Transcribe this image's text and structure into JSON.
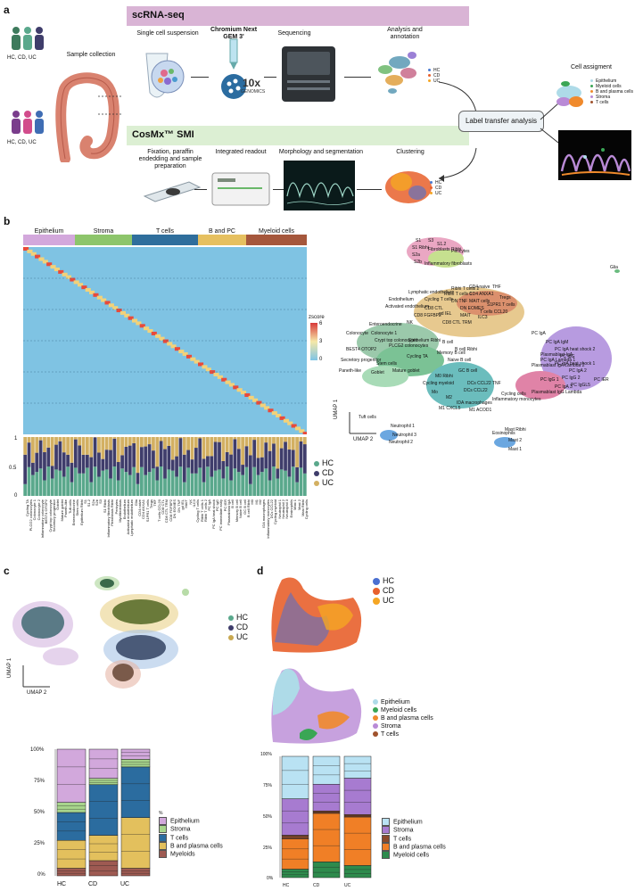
{
  "panels": {
    "a": "a",
    "b": "b",
    "c": "c",
    "d": "d"
  },
  "panel_a": {
    "scrna_title": "scRNA-seq",
    "cosmx_title": "CosMx™ SMI",
    "sample_collection": "Sample collection",
    "group_label_top": "HC, CD, UC",
    "group_label_bottom": "HC, CD, UC",
    "sc_steps": [
      "Single cell suspension",
      "Chromium Next GEM 3'",
      "Sequencing",
      "Analysis and annotation"
    ],
    "cos_steps": [
      "Fixation, paraffin endedding and sample preparation",
      "Integrated readout",
      "Morphology and segmentation",
      "Clustering"
    ],
    "chip_text": "10x",
    "chip_sub": "GENOMICS",
    "label_transfer": "Label transfer analysis",
    "cell_assignment": "Cell assigment",
    "cond_legend": [
      "HC",
      "CD",
      "UC"
    ],
    "assign_legend": [
      "Epithelium",
      "Myeloid cells",
      "B and plasma cells",
      "Stroma",
      "T cells"
    ],
    "colors": {
      "epi": "#aedbe8",
      "mye": "#3aa655",
      "bpc": "#f08a2c",
      "str": "#b98ad6",
      "tc": "#a0522d",
      "hc": "#4a7bd1",
      "cd": "#e8602c",
      "uc": "#f5a623"
    }
  },
  "panel_b": {
    "groups": [
      {
        "name": "Epithelium",
        "color": "#d3a8dc"
      },
      {
        "name": "Stroma",
        "color": "#8dc56b"
      },
      {
        "name": "T cells",
        "color": "#2f6e9c"
      },
      {
        "name": "B and PC",
        "color": "#e6c060"
      },
      {
        "name": "Myeloid cells",
        "color": "#a5573c"
      }
    ],
    "zscore_title": "zscore",
    "zscore_ticks": [
      "6",
      "3",
      "0"
    ],
    "stack_axis": [
      "1",
      "0.5",
      "0"
    ],
    "stack_legend": [
      {
        "name": "HC",
        "color": "#5aa88c"
      },
      {
        "name": "CD",
        "color": "#3f3d6b"
      },
      {
        "name": "UC",
        "color": "#d3b062"
      }
    ],
    "umap_x": "UMAP 2",
    "umap_y": "UMAP 1",
    "umap_labels": [
      "S1",
      "S3",
      "S1.2",
      "S1 Ribhi",
      "Fibroblasts Ribhi",
      "S2a",
      "Pericytes",
      "S2b",
      "Inflammatory fibroblasts",
      "Glia",
      "Ribhi T cells 2",
      "CD4 naive",
      "THF",
      "Lymphatic endothelium",
      "Ribhi T cells 1",
      "CD4 ANXA1",
      "Endothelium",
      "Cycling T cells",
      "Tregs",
      "Activated endothelium",
      "DN TNF",
      "MAIT cells",
      "S1PR1 T cells",
      "CD8 CTL",
      "DN EOMES",
      "gd IEL",
      "CD8 FGFBP2",
      "T cells CCL20",
      "MAIT",
      "ILC3",
      "NK",
      "CD8 CTL TRM",
      "Enteroendocrine",
      "Colonocyte",
      "Colonocyte 1",
      "Epithelium Ribhi",
      "BEST4 OTOP2",
      "Crypt top colonocytes",
      "PLCG2 colonocytes",
      "Cycling TA",
      "Secretory progenitor",
      "Stem cells",
      "Paneth-like",
      "Goblet",
      "Mature goblet",
      "B cell",
      "B cell Ribhi",
      "PC IgA",
      "Memory B cell",
      "Naive B cell",
      "PC IgA IgM",
      "PC IgA heat shock 2",
      "Plasmablast IgA",
      "PC IgG",
      "PC IgA heat shock 1",
      "GC B cell",
      "Plasmablast IgA Lambda 2",
      "PC IgA Lambda 1",
      "PC IgA 2",
      "M0 Ribhi",
      "Cycling myeloid",
      "DCs CCL22",
      "Cycling cells",
      "PC IgG 2",
      "PC IER",
      "Mo",
      "DCs CCL22 TNF",
      "PC IgA 3",
      "PC IgG 1",
      "M2",
      "IDA macrophages",
      "Inflammatory monocytes",
      "Plasmablast IgG Lambda",
      "PC IgGL5",
      "M1 CXCL5",
      "M1 ACOD1",
      "Tuft cells",
      "Neutrophil 1",
      "Neutrophil 3",
      "Eosinophils",
      "Mast Ribhi",
      "Mast 2",
      "Neutrophil 2",
      "Mast 1"
    ],
    "x_labels": [
      "Cycling TA",
      "PLCG2 colonocytes",
      "Colonocyte 1",
      "Colonocyte 2",
      "Inflammatory colonocyte",
      "BEST4 OTOP2",
      "Crypt top colonocyte",
      "Secretory progenitor",
      "Goblet",
      "Mature goblet",
      "Paneth-like",
      "Tuft cells",
      "Enteroendocrine",
      "Stem cells",
      "Epithelium Ribhi",
      "S1",
      "S1.2",
      "S2a",
      "S2b",
      "S3",
      "S1 Ribhi",
      "Inflammatory fibroblasts",
      "Fibroblasts Ribhi",
      "Pericytes",
      "Myofibroblasts",
      "Endothelium",
      "Activated endothelium",
      "Lymphatic endothelium",
      "Glia",
      "CD4 naive",
      "CD4 ANXA1",
      "S1PR1 T cells",
      "Tregs",
      "THF",
      "T cells CCL20",
      "CD8 CTL",
      "CD8 CTL TRM",
      "CD8 FGFBP2",
      "DN EOMES",
      "DN TNF",
      "gd IEL",
      "MAIT",
      "NK",
      "ILC3",
      "Cycling T cells",
      "Ribhi T cells 1",
      "Ribhi T cells 2",
      "PC IgA",
      "PC IgA heat shock",
      "PC IgG",
      "PC immediate early",
      "PC IER",
      "Plasmablast IgA",
      "B cell",
      "Memory B cell",
      "Naive B cell",
      "GC B cell",
      "B cell Ribhi",
      "M0",
      "M1",
      "M2",
      "IDA macrophages",
      "Inflammatory monocytes",
      "DCs CCL22",
      "Cycling myeloid",
      "Neutrophil 1",
      "Neutrophil 2",
      "Neutrophil 3",
      "Eosinophils",
      "Mast 1",
      "Mast 2",
      "Mast Ribhi",
      "Cycling cells"
    ]
  },
  "panel_c": {
    "legend": [
      "HC",
      "CD",
      "UC"
    ],
    "legend_colors": [
      "#5aa88c",
      "#3f3d6b",
      "#c8a850"
    ],
    "umap_x": "UMAP 2",
    "umap_y": "UMAP 1",
    "chart_data": {
      "type": "bar",
      "categories": [
        "HC",
        "CD",
        "UC"
      ],
      "y_ticks": [
        "100%",
        "75%",
        "50%",
        "25%",
        "0%"
      ],
      "ylim": [
        0,
        100
      ],
      "legend_title": "%",
      "series": [
        {
          "name": "Myeloids",
          "color": "#9e5a52",
          "values": [
            6,
            12,
            6
          ]
        },
        {
          "name": "B and plasma cells",
          "color": "#e3c05d",
          "values": [
            22,
            20,
            40
          ]
        },
        {
          "name": "T cells",
          "color": "#2b6c9f",
          "values": [
            22,
            40,
            40
          ]
        },
        {
          "name": "Stroma",
          "color": "#a8d58c",
          "values": [
            8,
            5,
            6
          ]
        },
        {
          "name": "Epithelium",
          "color": "#d2a8dc",
          "values": [
            42,
            23,
            8
          ]
        }
      ]
    }
  },
  "panel_d": {
    "cond_legend": [
      "HC",
      "CD",
      "UC"
    ],
    "cond_colors": [
      "#4a6fd1",
      "#e8602c",
      "#f5a623"
    ],
    "type_legend": [
      "Epithelium",
      "Myeloid cells",
      "B and plasma cells",
      "Stroma",
      "T cells"
    ],
    "type_colors": [
      "#aedbe8",
      "#3aa655",
      "#f08a2c",
      "#b98ad6",
      "#a0522d"
    ],
    "chart_data": {
      "type": "bar",
      "categories": [
        "HC",
        "CD",
        "UC"
      ],
      "y_ticks": [
        "100%",
        "75%",
        "50%",
        "25%",
        "0%"
      ],
      "ylim": [
        0,
        100
      ],
      "series": [
        {
          "name": "Myeloid cells",
          "color": "#2e8b4d",
          "values": [
            7,
            13,
            10
          ]
        },
        {
          "name": "B and plasma cells",
          "color": "#f07f26",
          "values": [
            25,
            40,
            40
          ]
        },
        {
          "name": "T cells",
          "color": "#8b4a2b",
          "values": [
            3,
            2,
            2
          ]
        },
        {
          "name": "Stroma",
          "color": "#a77bd0",
          "values": [
            30,
            22,
            30
          ]
        },
        {
          "name": "Epithelium",
          "color": "#b9e2f3",
          "values": [
            35,
            23,
            18
          ]
        }
      ]
    }
  }
}
